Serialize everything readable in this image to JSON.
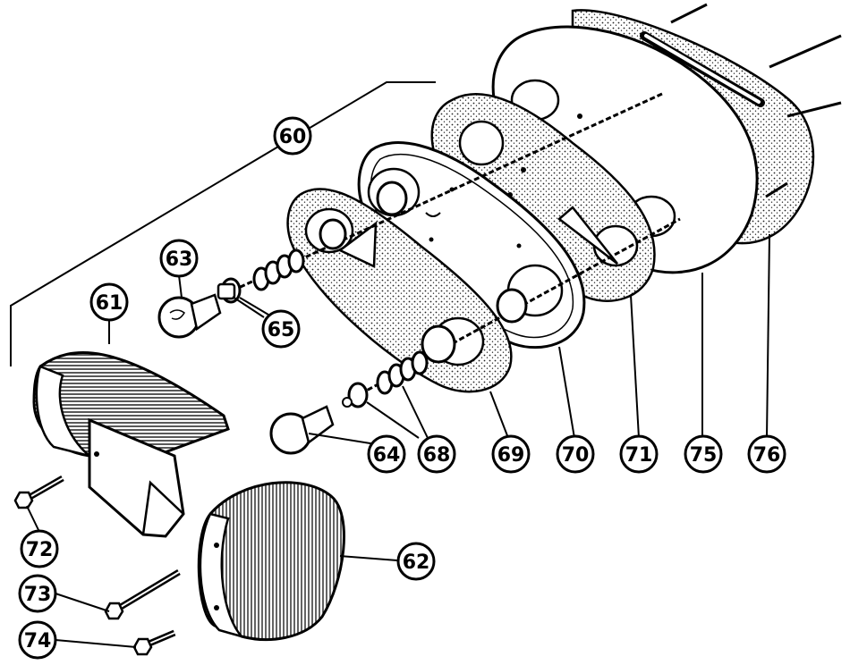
{
  "callouts": {
    "c60": "60",
    "c61": "61",
    "c62": "62",
    "c63": "63",
    "c64": "64",
    "c65": "65",
    "c68": "68",
    "c69": "69",
    "c70": "70",
    "c71": "71",
    "c72": "72",
    "c73": "73",
    "c74": "74",
    "c75": "75",
    "c76": "76"
  }
}
